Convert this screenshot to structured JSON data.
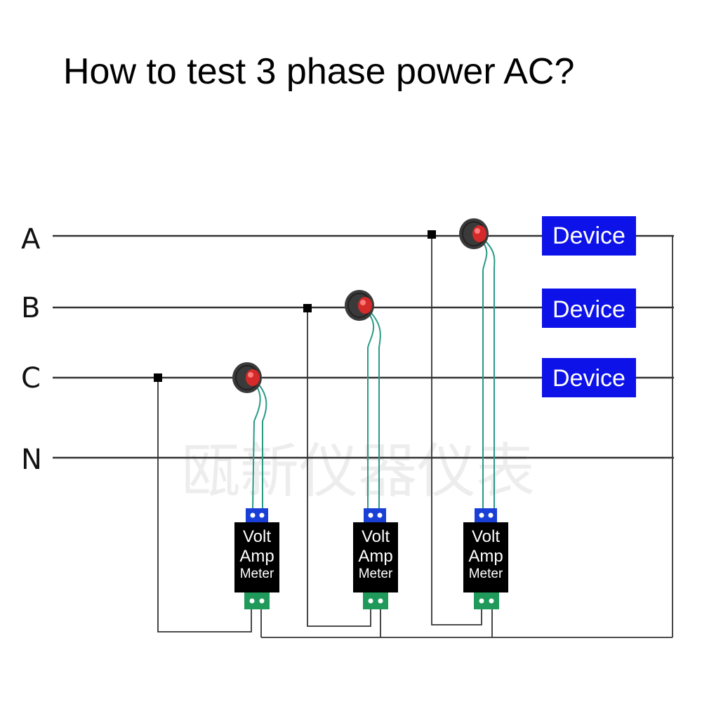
{
  "title": "How to test 3 phase power AC?",
  "phases": [
    {
      "label": "A",
      "device": "Device"
    },
    {
      "label": "B",
      "device": "Device"
    },
    {
      "label": "C",
      "device": "Device"
    },
    {
      "label": "N"
    }
  ],
  "meters": [
    {
      "lines": [
        "Volt",
        "Amp",
        "Meter"
      ],
      "phase": "C"
    },
    {
      "lines": [
        "Volt",
        "Amp",
        "Meter"
      ],
      "phase": "B"
    },
    {
      "lines": [
        "Volt",
        "Amp",
        "Meter"
      ],
      "phase": "A"
    }
  ],
  "watermark": "瓯新仪器仪表",
  "colors": {
    "device_bg": "#0c12e8",
    "meter_bg": "#000000",
    "terminal_top": "#1a3fd6",
    "terminal_bottom": "#1f9a5a",
    "ct_ring": "#3a3a3a",
    "ct_core": "#d42a2a",
    "lead_wire": "#2a9a86"
  }
}
